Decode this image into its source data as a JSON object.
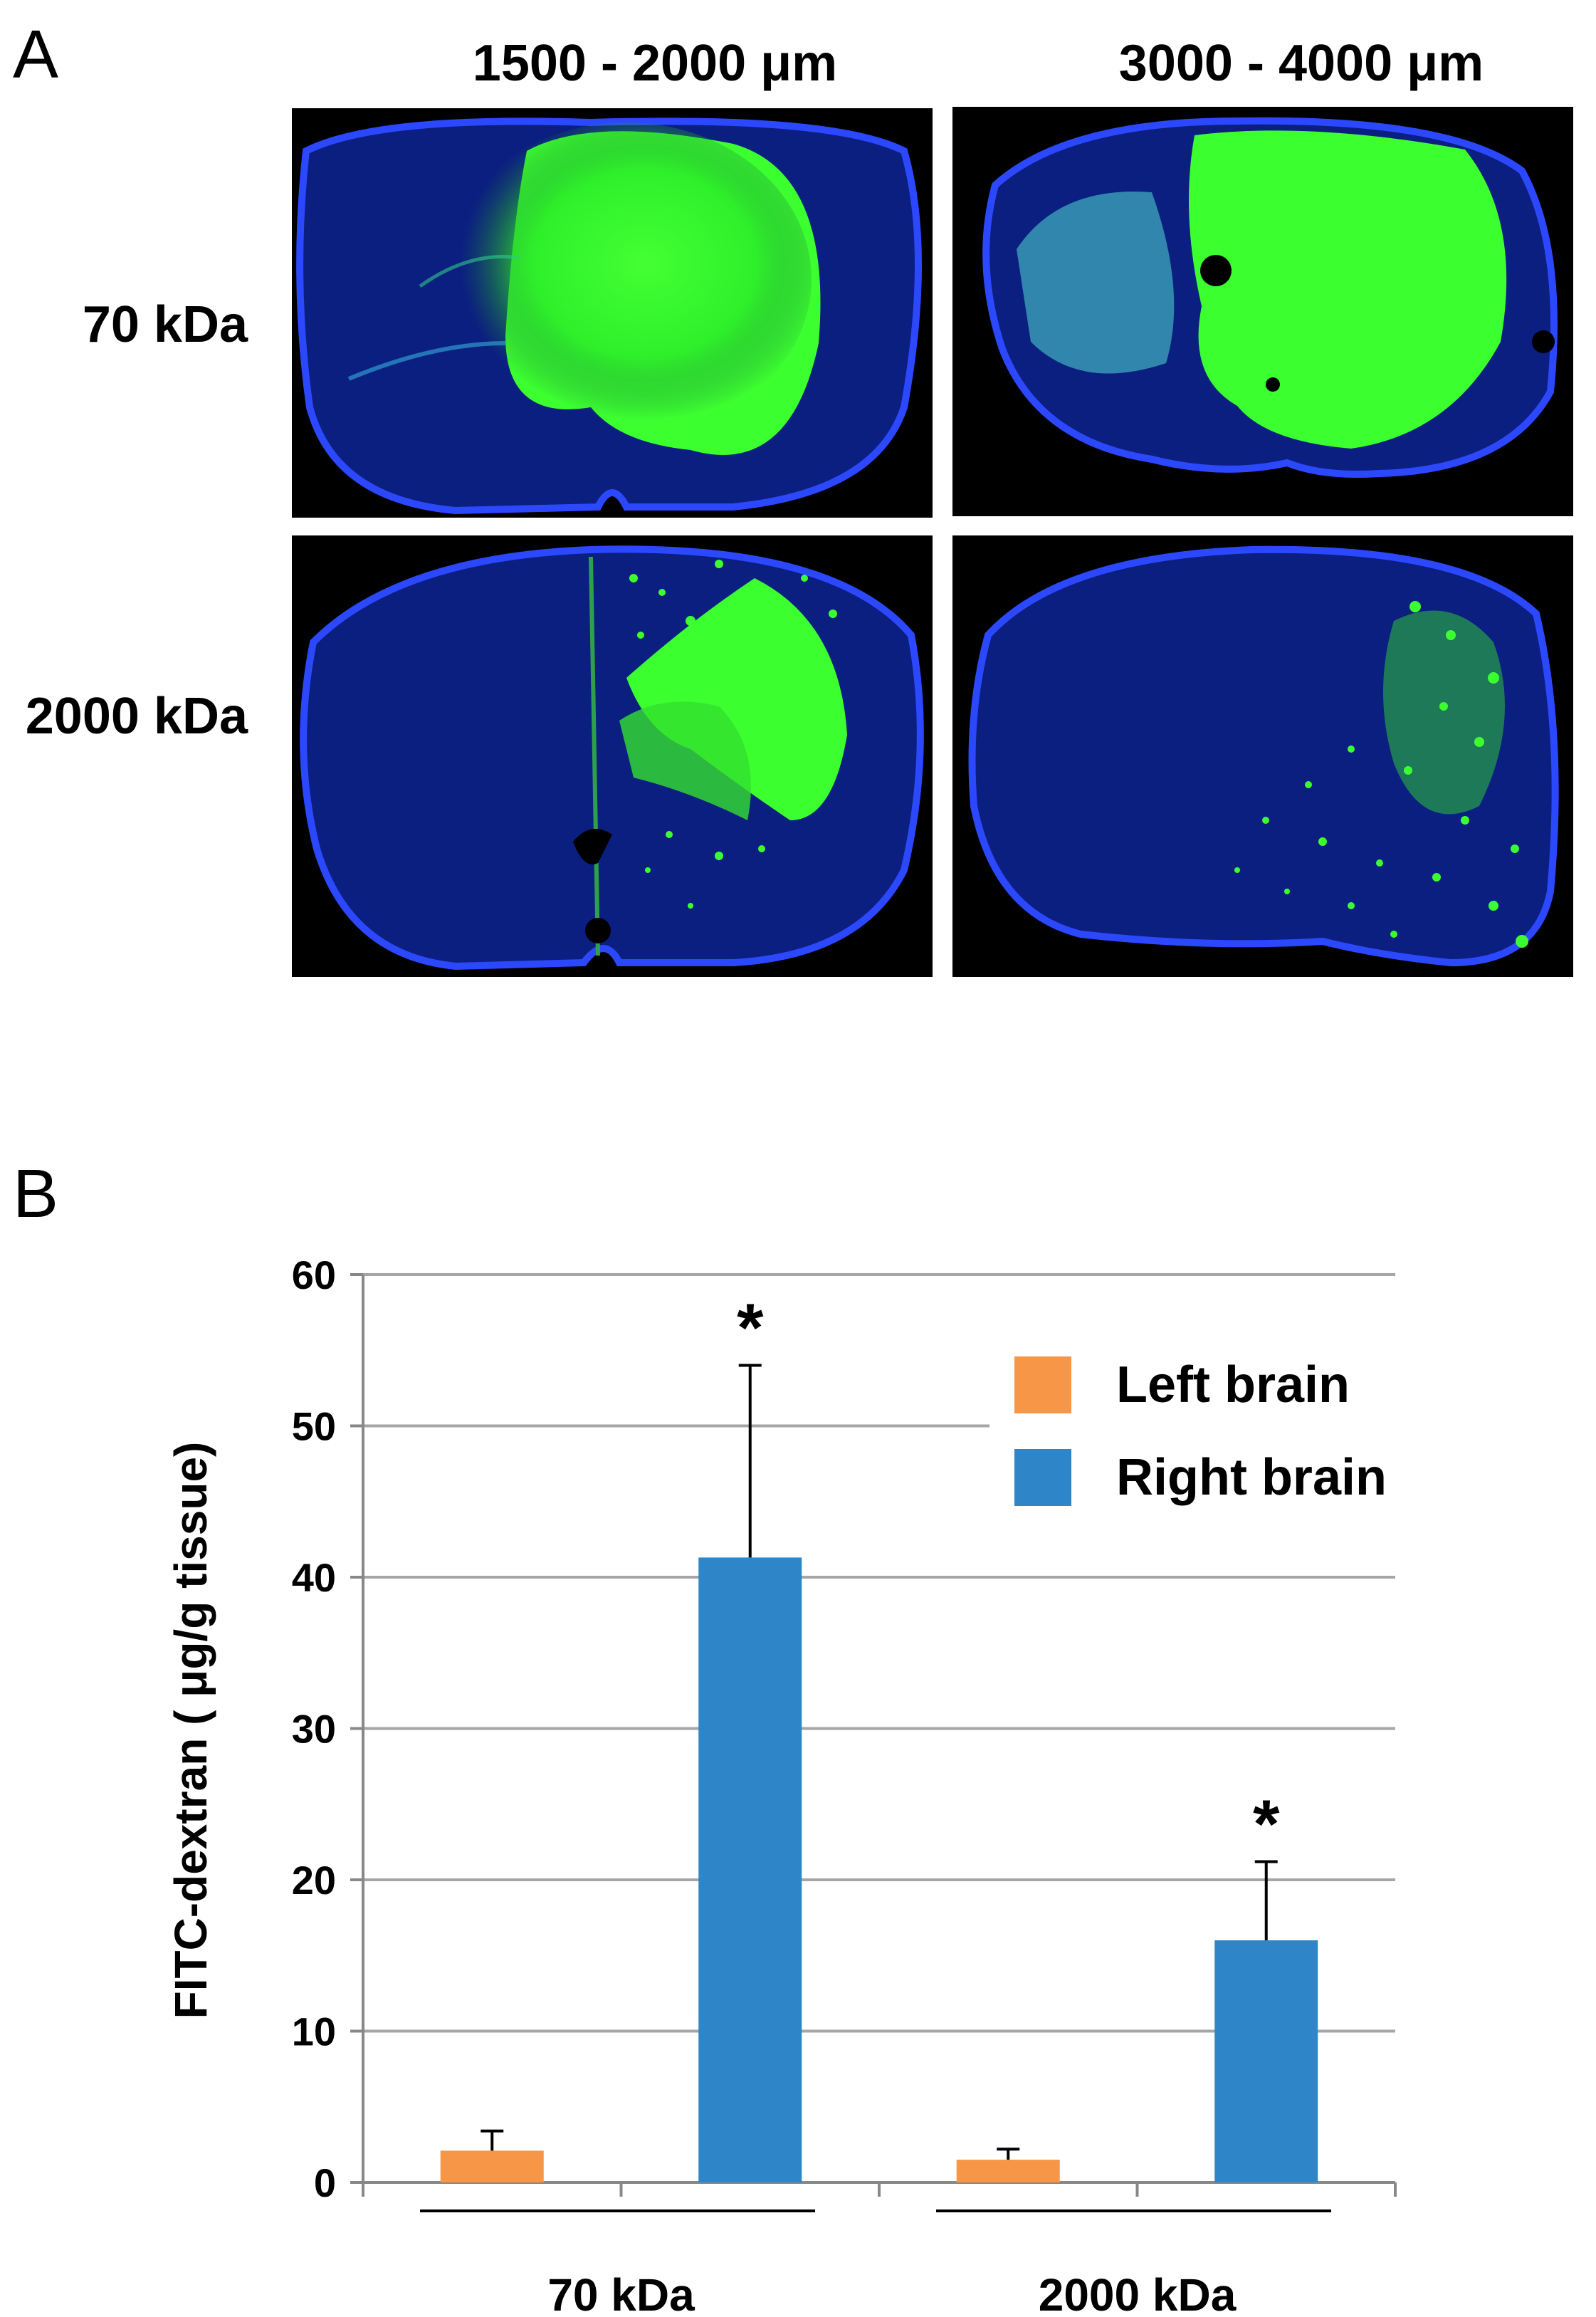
{
  "panel_a": {
    "letter": "A",
    "columns": [
      "1500 - 2000 μm",
      "3000 - 4000 μm"
    ],
    "rows": [
      "70 kDa",
      "2000 kDa"
    ],
    "colors": {
      "tissue": "#0a1e8a",
      "fitc": "#33ff33",
      "background": "#000000"
    }
  },
  "panel_b": {
    "letter": "B"
  },
  "chart_data": {
    "type": "bar",
    "categories": [
      "70 kDa",
      "2000 kDa"
    ],
    "series": [
      {
        "name": "Left brain",
        "color": "#f79646",
        "values": [
          2.1,
          1.5
        ],
        "errors": [
          1.3,
          0.7
        ]
      },
      {
        "name": "Right brain",
        "color": "#2e86c8",
        "values": [
          41.3,
          16.0
        ],
        "errors": [
          12.7,
          5.2
        ]
      }
    ],
    "significance": [
      {
        "category": "70 kDa",
        "series": "Right brain",
        "label": "*"
      },
      {
        "category": "2000 kDa",
        "series": "Right brain",
        "label": "*"
      }
    ],
    "ylabel": "FITC-dextran ( μg/g tissue)",
    "xlabel": "",
    "ylim": [
      0,
      60
    ],
    "yticks": [
      0,
      10,
      20,
      30,
      40,
      50,
      60
    ],
    "grid": true,
    "legend_position": "top-right"
  }
}
